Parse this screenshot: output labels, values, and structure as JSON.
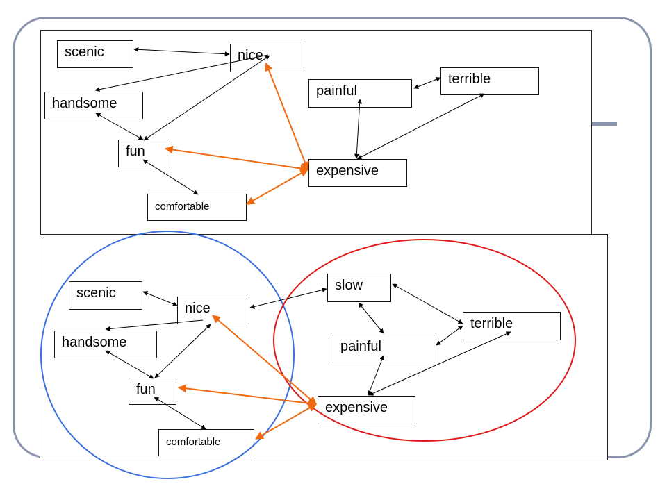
{
  "colors": {
    "frame": "#8a93ad",
    "edge_black": "#000000",
    "edge_orange": "#f06a10",
    "circle_blue": "#3a6fe0",
    "circle_red": "#e01818"
  },
  "top_graph": {
    "nodes": {
      "scenic": "scenic",
      "nice": "nice",
      "handsome": "handsome",
      "fun": "fun",
      "comfortable": "comfortable",
      "painful": "painful",
      "terrible": "terrible",
      "expensive": "expensive"
    }
  },
  "bottom_graph": {
    "nodes": {
      "scenic": "scenic",
      "nice": "nice",
      "handsome": "handsome",
      "fun": "fun",
      "comfortable": "comfortable",
      "slow": "slow",
      "terrible": "terrible",
      "painful": "painful",
      "expensive": "expensive"
    }
  }
}
